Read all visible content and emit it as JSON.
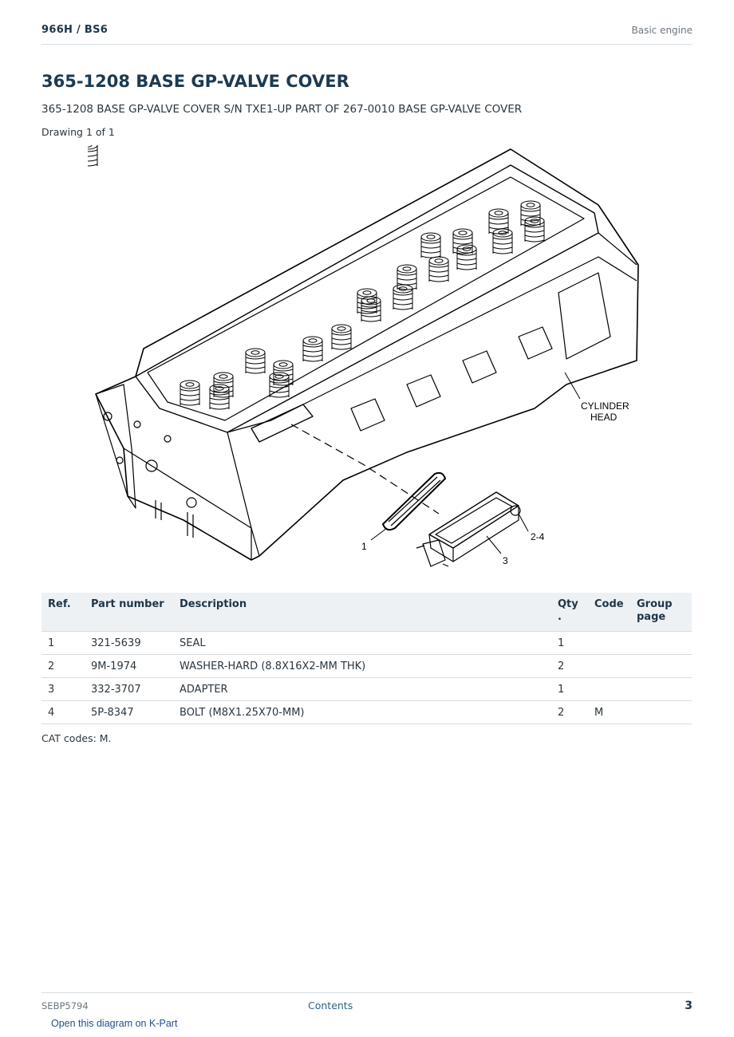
{
  "header": {
    "model": "966H  /  BS6",
    "section": "Basic engine"
  },
  "title": "365-1208 BASE GP-VALVE COVER",
  "subtitle": "365-1208 BASE GP-VALVE COVER S/N TXE1-UP PART OF 267-0010 BASE GP-VALVE COVER",
  "drawing_label": "Drawing 1 of 1",
  "diagram": {
    "callouts": {
      "cylinder_head_1": "CYLINDER",
      "cylinder_head_2": "HEAD",
      "ref1": "1",
      "ref3": "3",
      "ref24": "2-4"
    }
  },
  "table": {
    "headers": {
      "ref": "Ref.",
      "part": "Part number",
      "desc": "Description",
      "qty": "Qty",
      "qty2": ".",
      "code": "Code",
      "group": "Group page"
    },
    "rows": [
      {
        "ref": "1",
        "part": "321-5639",
        "desc": "SEAL",
        "qty": "1",
        "code": "",
        "group": ""
      },
      {
        "ref": "2",
        "part": "9M-1974",
        "desc": "WASHER-HARD (8.8X16X2-MM THK)",
        "qty": "2",
        "code": "",
        "group": ""
      },
      {
        "ref": "3",
        "part": "332-3707",
        "desc": "ADAPTER",
        "qty": "1",
        "code": "",
        "group": ""
      },
      {
        "ref": "4",
        "part": "5P-8347",
        "desc": "BOLT (M8X1.25X70-MM)",
        "qty": "2",
        "code": "M",
        "group": ""
      }
    ]
  },
  "cat_codes": "CAT codes: M.",
  "footer": {
    "doc_id": "SEBP5794",
    "contents_link": "Contents",
    "page": "3"
  },
  "kpart_link": "Open this diagram on K-Part"
}
